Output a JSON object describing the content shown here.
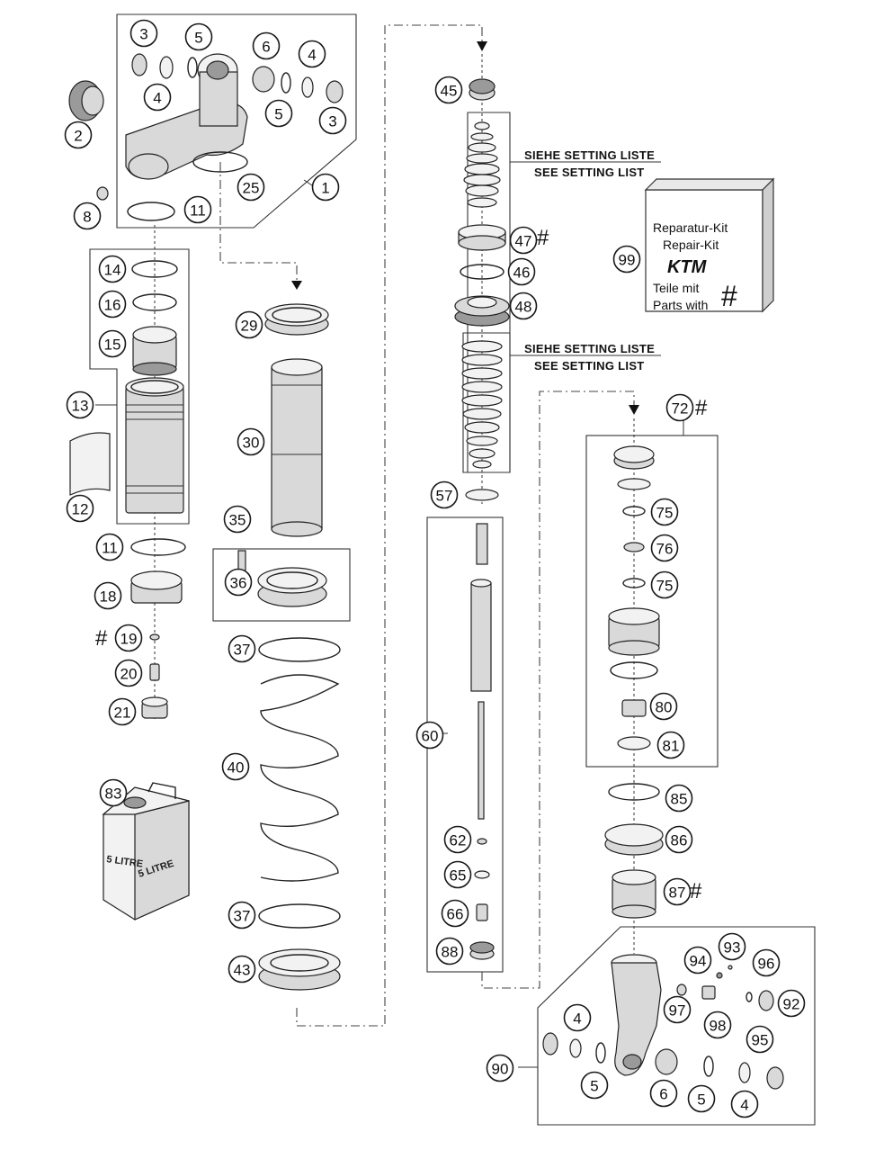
{
  "labels": [
    "1",
    "2",
    "3",
    "4",
    "5",
    "6",
    "8",
    "11",
    "12",
    "13",
    "14",
    "15",
    "16",
    "18",
    "19",
    "20",
    "21",
    "25",
    "29",
    "30",
    "35",
    "36",
    "37",
    "40",
    "43",
    "45",
    "46",
    "47",
    "48",
    "57",
    "60",
    "62",
    "65",
    "66",
    "72",
    "75",
    "76",
    "80",
    "81",
    "83",
    "85",
    "86",
    "87",
    "88",
    "90",
    "92",
    "93",
    "94",
    "95",
    "96",
    "97",
    "98",
    "99"
  ],
  "hash_symbol": "#",
  "setting_note": {
    "de": "SIEHE SETTING LISTE",
    "en": "SEE SETTING LIST"
  },
  "repair_kit": {
    "line1": "Reparatur-Kit",
    "line2": "Repair-Kit",
    "logo": "KTM",
    "line3": "Teile mit",
    "line4": "Parts with",
    "symbol": "#"
  },
  "oil_can": {
    "front_text": "5 LITRE",
    "side_text": "5 LITRE"
  }
}
